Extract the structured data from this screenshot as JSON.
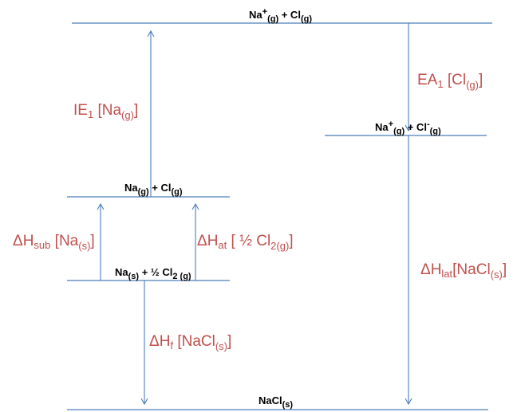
{
  "species": {
    "ions_gas": {
      "a": "Na",
      "a_sup": "+",
      "a_sub": "(g)",
      "plus": " + Cl",
      "b_sub": "(g)"
    },
    "ions_after_ea": {
      "a": "Na",
      "a_sup": "+",
      "a_sub": "(g)",
      "plus": " + Cl",
      "b_sup": "-",
      "b_sub": "(g)"
    },
    "atoms_gas": {
      "a": "Na",
      "a_sub": "(g)",
      "plus": " + Cl",
      "b_sub": "(g)"
    },
    "elements": {
      "a": "Na",
      "a_sub": "(s)",
      "plus": " + ½ Cl",
      "b_sub": "2 (g)"
    },
    "product": {
      "a": "NaCl",
      "a_sub": "(s)"
    }
  },
  "labels": {
    "ie": {
      "a": "IE",
      "a_sub": "1",
      "b": " [Na",
      "b_sub": "(g)",
      "c": "]"
    },
    "ea": {
      "a": "EA",
      "a_sub": "1",
      "b": " [Cl",
      "b_sub": "(g)",
      "c": "]"
    },
    "sub": {
      "a": "ΔH",
      "a_sub": "sub",
      "b": " [Na",
      "b_sub": "(s)",
      "c": "]"
    },
    "at": {
      "a": "ΔH",
      "a_sub": "at",
      "b": " [ ½ Cl",
      "b_sub": "2(g)",
      "c": "]"
    },
    "lat": {
      "a": "ΔH",
      "a_sub": "lat",
      "b": "[NaCl",
      "b_sub": "(s)",
      "c": "]"
    },
    "f": {
      "a": "ΔH",
      "a_sub": "f",
      "b": " [NaCl",
      "b_sub": "(s)",
      "c": "]"
    }
  }
}
